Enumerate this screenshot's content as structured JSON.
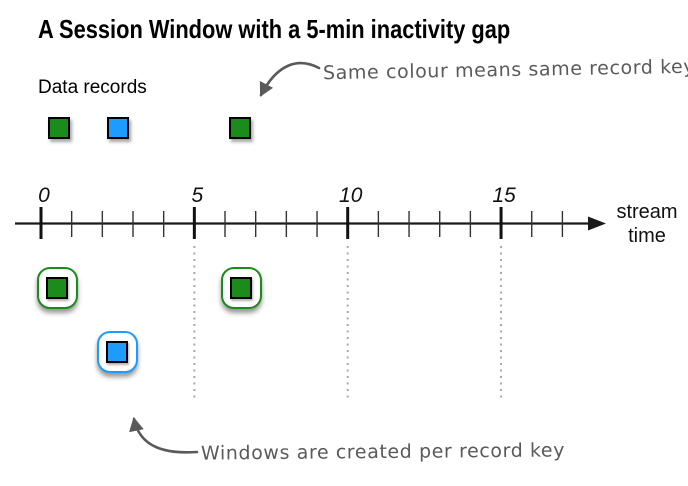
{
  "title": "A Session Window with a 5-min inactivity gap",
  "legend": {
    "label": "Data records"
  },
  "annotations": {
    "same_colour": "Same colour means same record key",
    "windows_created": "Windows are created per record key"
  },
  "axis": {
    "label_line1": "stream",
    "label_line2": "time",
    "tick_labels": [
      "0",
      "5",
      "10",
      "15"
    ],
    "minor_ticks_per_major": 5,
    "total_ticks": 18
  },
  "colors": {
    "record_green": "#1b8c1b",
    "record_blue": "#1e9bff",
    "annotation_gray": "#5a5a5a",
    "gap_guide_gray": "#a9a9a9"
  },
  "records": [
    {
      "key_color": "green",
      "time": 0.6
    },
    {
      "key_color": "blue",
      "time": 2.5
    },
    {
      "key_color": "green",
      "time": 6.5
    }
  ],
  "session_windows": [
    {
      "key_color": "green",
      "time": 0.55,
      "row": 0
    },
    {
      "key_color": "blue",
      "time": 2.5,
      "row": 1
    },
    {
      "key_color": "green",
      "time": 6.55,
      "row": 0
    }
  ],
  "inactivity_gap_guides_at": [
    5,
    10,
    15
  ]
}
